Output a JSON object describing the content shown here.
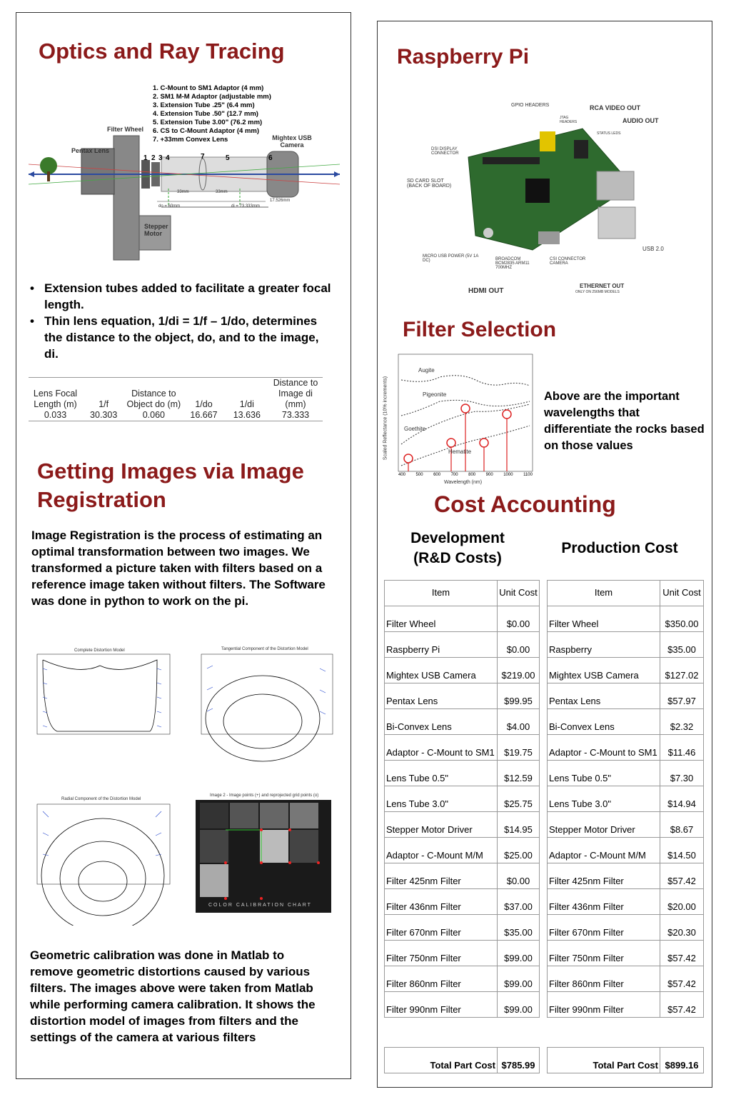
{
  "left": {
    "optics_title": "Optics and Ray Tracing",
    "optics_list": [
      "1. C-Mount to SM1 Adaptor (4 mm)",
      "2. SM1 M-M Adaptor (adjustable mm)",
      "3. Extension Tube .25\" (6.4 mm)",
      "4. Extension Tube .50\" (12.7 mm)",
      "5. Extension Tube 3.00\" (76.2 mm)",
      "6. CS to C-Mount Adaptor (4 mm)",
      "7. +33mm Convex Lens"
    ],
    "optics_labels": {
      "filter_wheel": "Filter Wheel",
      "pentax_lens": "Pentax Lens",
      "mightex": "Mightex USB Camera",
      "stepper": "Stepper Motor",
      "do": "do = 60mm",
      "di": "di = 73.333mm",
      "f1": "33mm",
      "f2": "33mm",
      "len": "17.526mm"
    },
    "bullets": [
      "Extension tubes added to facilitate a greater focal length.",
      "Thin lens equation, 1/di = 1/f – 1/do, determines the distance to the object, do, and to the image, di."
    ],
    "lens_table": {
      "headers": [
        "Lens Focal Length (m)",
        "1/f",
        "Distance to Object do (m)",
        "1/do",
        "1/di",
        "Distance to Image di (mm)"
      ],
      "values": [
        "0.033",
        "30.303",
        "0.060",
        "16.667",
        "13.636",
        "73.333"
      ]
    },
    "registration_title": "Getting Images via Image Registration",
    "registration_text": "Image Registration is the process of estimating an optimal transformation between two images. We transformed a picture taken with filters based on a reference image taken without filters. The Software was done in python to work on the pi.",
    "plots": {
      "p1_title": "Complete Distortion Model",
      "p2_title": "Tangential Component of the Distortion Model",
      "p3_title": "Radial Component of the Distortion Model",
      "p4_title": "Image 2 - Image points (+) and reprojected grid points (o)",
      "p4_caption": "COLOR CALIBRATION CHART"
    },
    "calibration_text": "Geometric calibration was done in Matlab to remove geometric distortions caused by various filters. The images above were taken from Matlab while performing camera calibration. It shows the distortion model of images from filters and the settings of the camera at various filters"
  },
  "right": {
    "pi_title": "Raspberry Pi",
    "pi_labels": {
      "gpio": "GPIO HEADERS",
      "rca": "RCA VIDEO OUT",
      "audio": "AUDIO OUT",
      "jtag": "JTAG HEADERS",
      "status": "STATUS LEDS",
      "dsi": "DSI DISPLAY CONNECTOR",
      "sd": "SD CARD SLOT (BACK OF BOARD)",
      "usb": "USB 2.0",
      "micro": "MICRO USB POWER (5V 1A DC)",
      "broadcom": "BROADCOM BCM2835 ARM11 700MHZ",
      "csi": "CSI CONNECTOR CAMERA",
      "ethernet": "ETHERNET OUT",
      "ethernet_note": "ONLY ON 256MB MODELS",
      "hdmi": "HDMI OUT"
    },
    "filter_title": "Filter Selection",
    "filter_text": "Above are the important wavelengths that differentiate the rocks based on those values",
    "filter_chart": {
      "ylabel": "Scaled Reflectance (10% increments)",
      "xlabel": "Wavelength (nm)",
      "ticks": [
        "400",
        "500",
        "600",
        "700",
        "800",
        "900",
        "1000",
        "1100"
      ],
      "series": [
        "Augite",
        "Pigeonite",
        "Goethite",
        "Hematite"
      ]
    },
    "cost_title": "Cost Accounting",
    "dev_heading": "Development (R&D Costs)",
    "prod_heading": "Production Cost",
    "col_item": "Item",
    "col_unit": "Unit Cost",
    "dev_rows": [
      [
        "Filter Wheel",
        "$0.00"
      ],
      [
        "Raspberry Pi",
        "$0.00"
      ],
      [
        "Mightex USB Camera",
        "$219.00"
      ],
      [
        "Pentax Lens",
        "$99.95"
      ],
      [
        "Bi-Convex Lens",
        "$4.00"
      ],
      [
        "Adaptor - C-Mount to SM1",
        "$19.75"
      ],
      [
        "Lens Tube 0.5\"",
        "$12.59"
      ],
      [
        "Lens Tube 3.0\"",
        "$25.75"
      ],
      [
        "Stepper Motor Driver",
        "$14.95"
      ],
      [
        "Adaptor - C-Mount M/M",
        "$25.00"
      ],
      [
        "Filter 425nm Filter",
        "$0.00"
      ],
      [
        "Filter 436nm Filter",
        "$37.00"
      ],
      [
        "Filter 670nm Filter",
        "$35.00"
      ],
      [
        "Filter 750nm Filter",
        "$99.00"
      ],
      [
        "Filter 860nm Filter",
        "$99.00"
      ],
      [
        "Filter 990nm Filter",
        "$99.00"
      ]
    ],
    "prod_rows": [
      [
        "Filter Wheel",
        "$350.00"
      ],
      [
        "Raspberry",
        "$35.00"
      ],
      [
        "Mightex USB Camera",
        "$127.02"
      ],
      [
        "Pentax Lens",
        "$57.97"
      ],
      [
        "Bi-Convex Lens",
        "$2.32"
      ],
      [
        "Adaptor - C-Mount to SM1",
        "$11.46"
      ],
      [
        "Lens Tube 0.5\"",
        "$7.30"
      ],
      [
        "Lens Tube 3.0\"",
        "$14.94"
      ],
      [
        "Stepper Motor Driver",
        "$8.67"
      ],
      [
        "Adaptor - C-Mount M/M",
        "$14.50"
      ],
      [
        "Filter 425nm Filter",
        "$57.42"
      ],
      [
        "Filter 436nm Filter",
        "$20.00"
      ],
      [
        "Filter 670nm Filter",
        "$20.30"
      ],
      [
        "Filter 750nm Filter",
        "$57.42"
      ],
      [
        "Filter 860nm Filter",
        "$57.42"
      ],
      [
        "Filter 990nm Filter",
        "$57.42"
      ]
    ],
    "dev_total_label": "Total Part Cost",
    "dev_total": "$785.99",
    "prod_total_label": "Total Part Cost",
    "prod_total": "$899.16"
  }
}
